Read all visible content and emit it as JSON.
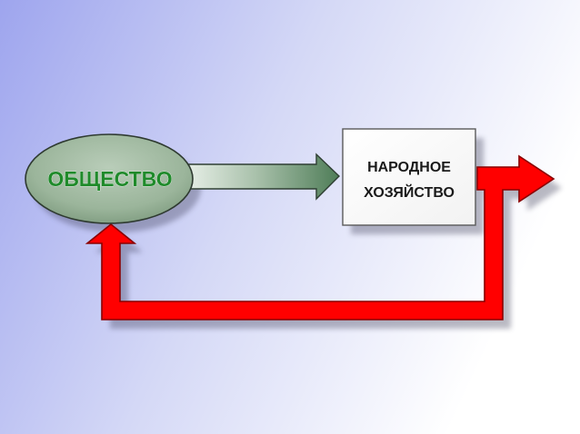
{
  "diagram": {
    "nodes": {
      "society": {
        "label": "ОБЩЕСТВО"
      },
      "economy": {
        "line1": "НАРОДНОЕ",
        "line2": "ХОЗЯЙСТВО"
      }
    }
  },
  "colors": {
    "background_left": "#a6acf0",
    "background_right": "#ffffff",
    "society_fill": "#9fb89f",
    "society_text": "#1f8a2a",
    "forward_arrow": "#5e8a66",
    "feedback_arrow": "#ff0000",
    "box_fill": "#ffffff"
  }
}
